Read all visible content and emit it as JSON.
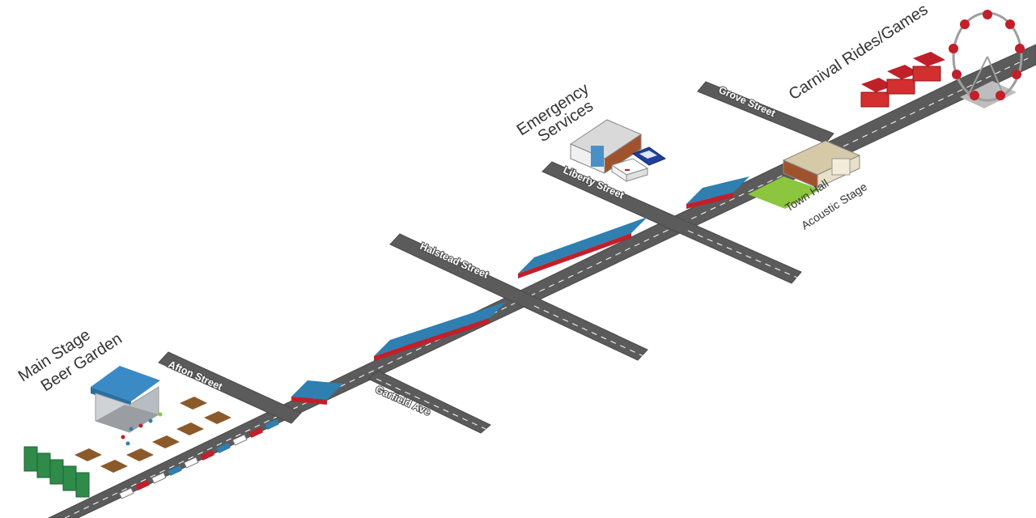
{
  "streets": {
    "afton": "Afton Street",
    "garfield": "Garfield Ave",
    "halstead": "Halstead Street",
    "liberty": "Liberty Street",
    "grove": "Grove Street"
  },
  "areas": {
    "main_stage_line1": "Main Stage",
    "main_stage_line2": "Beer Garden",
    "emergency_line1": "Emergency",
    "emergency_line2": "Services",
    "town_hall_line1": "Town Hall",
    "town_hall_line2": "Acoustic Stage",
    "carnival": "Carnival Rides/Games"
  },
  "colors": {
    "road": "#5b5b5b",
    "tent_blue": "#2f7fb0",
    "tent_red": "#c0202a",
    "lawn": "#8cc63f",
    "portable_toilet": "#2e8b4a",
    "stage_roof": "#3a8ac6"
  },
  "icons": {
    "stage": "stage-icon",
    "picnic": "picnic-table-icon",
    "toilet": "portable-toilet-icon",
    "ambulance": "ambulance-icon",
    "police": "police-car-icon",
    "building": "building-icon",
    "town_hall": "town-hall-icon",
    "ferris_wheel": "ferris-wheel-icon",
    "booth": "game-booth-icon",
    "tent": "vendor-tent-icon"
  }
}
